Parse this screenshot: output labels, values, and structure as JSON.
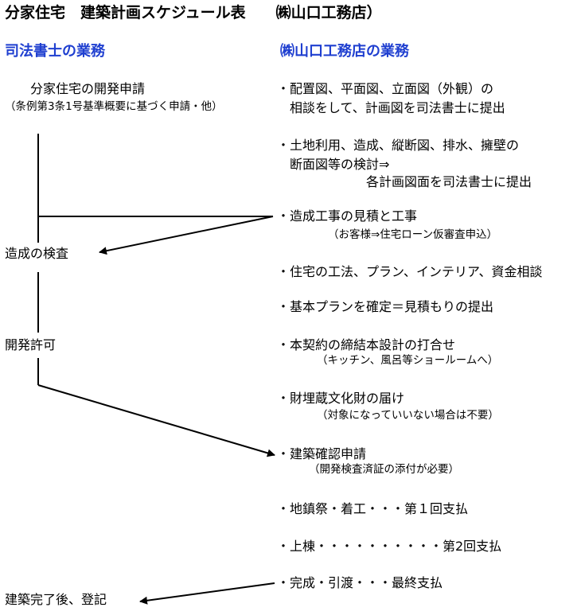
{
  "title": "分家住宅　建築計画スケジュール表　　㈱山口工務店）",
  "left_header": "司法書士の業務",
  "right_header": "㈱山口工務店の業務",
  "left": {
    "development_application": "分家住宅の開発申請",
    "development_application_note": "（条例第3条1号基準概要に基づく申請・他）",
    "grading_inspection": "造成の検査",
    "development_permit": "開発許可",
    "completion_registration": "建築完了後、登記"
  },
  "right": {
    "bullet_mark": "・",
    "items": [
      {
        "line1": "配置図、平面図、立面図（外観）の",
        "line2": "相談をして、計画図を司法書士に提出"
      },
      {
        "line1": "土地利用、造成、縦断図、排水、擁壁の",
        "line2": "断面図等の検討⇒",
        "line3": "各計画図面を司法書士に提出"
      },
      {
        "line1": "造成工事の見積と工事",
        "note": "（お客様⇒住宅ローン仮審査申込）"
      },
      {
        "line1": "住宅の工法、プラン、インテリア、資金相談"
      },
      {
        "line1": "基本プランを確定＝見積もりの提出"
      },
      {
        "line1": "本契約の締結本設計の打合せ",
        "note": "（キッチン、風呂等ショールームへ）"
      },
      {
        "line1": "財埋蔵文化財の届け",
        "note": "（対象になっていいない場合は不要）"
      },
      {
        "line1": "建築確認申請",
        "note": "（開発検査済証の添付が必要）"
      },
      {
        "line1": "地鎮祭・着工・・・第１回支払"
      },
      {
        "line1": "上棟・・・・・・・・・・第2回支払"
      },
      {
        "line1": "完成・引渡・・・最終支払"
      }
    ]
  }
}
